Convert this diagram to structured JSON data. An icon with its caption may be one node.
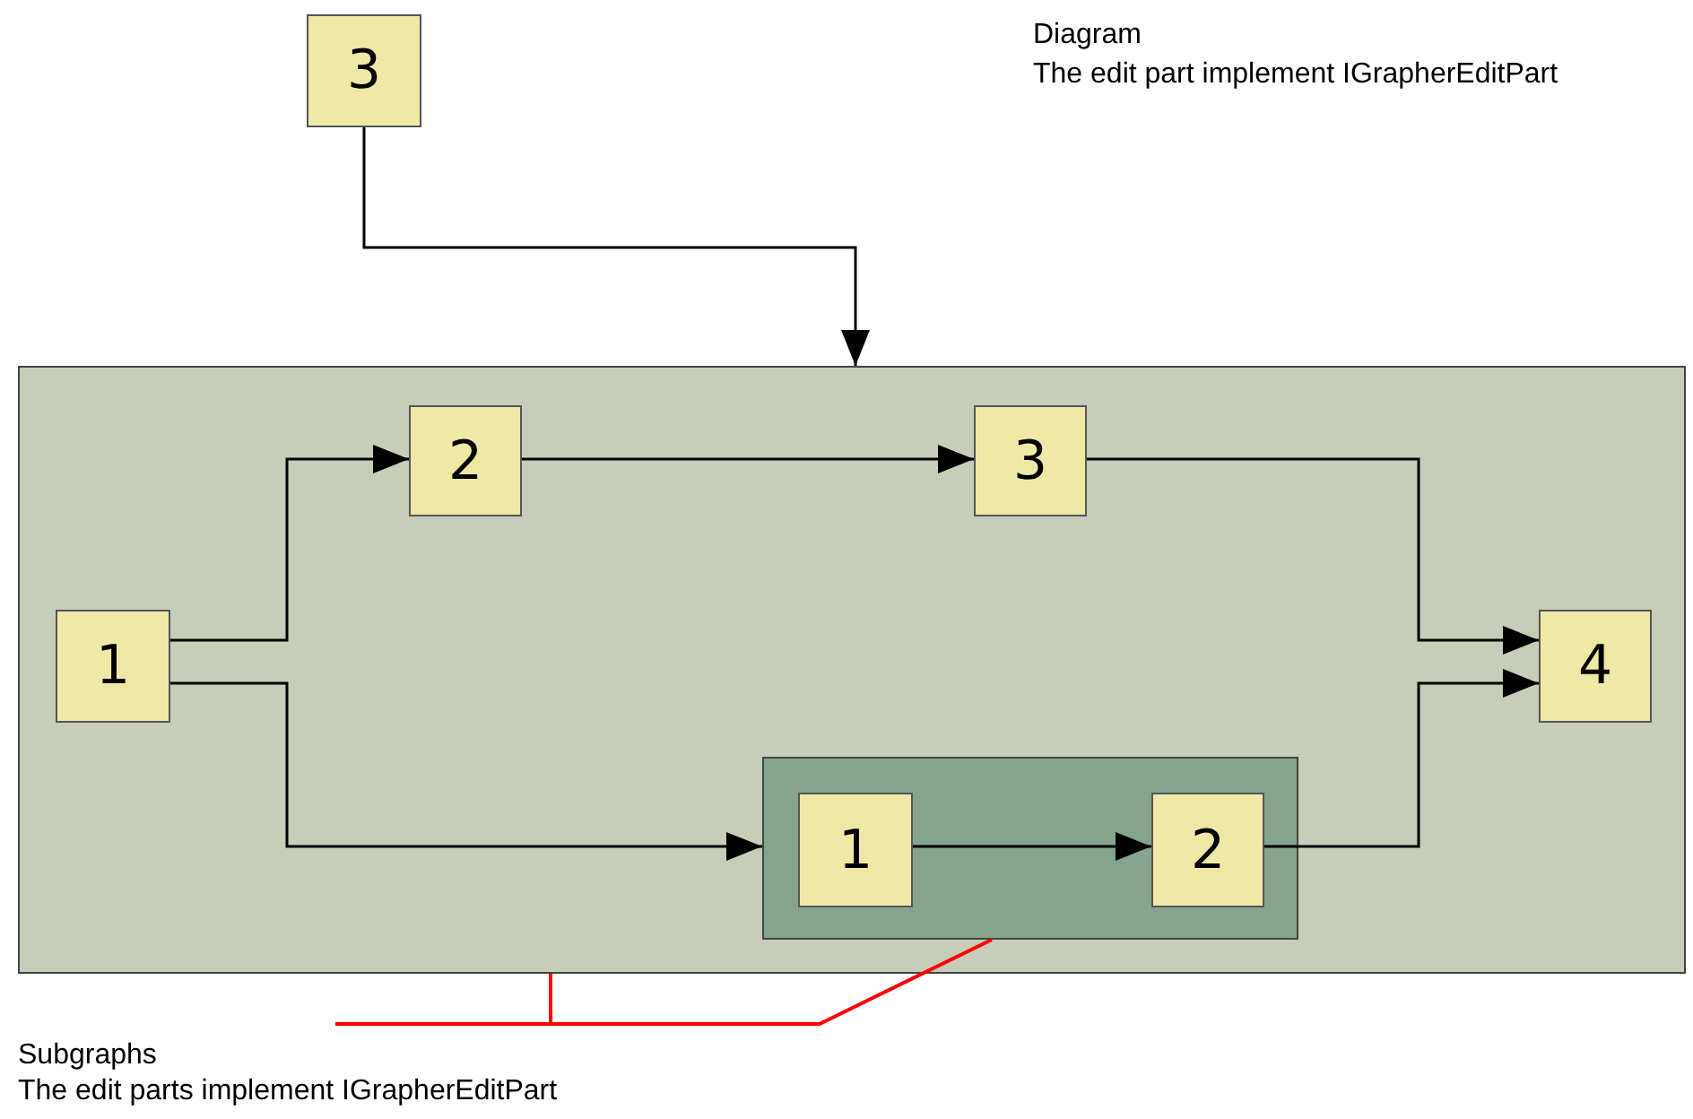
{
  "diagram": {
    "nodes": [
      {
        "text": [
          "3"
        ]
      },
      {
        "text": [],
        "shape": "box"
      },
      {
        "text": [
          "1"
        ],
        "in": 1
      },
      {
        "text": [
          "2"
        ],
        "in": 1
      },
      {
        "text": [
          "3"
        ],
        "in": 1
      },
      {
        "text": [
          "4"
        ],
        "in": 1
      },
      {
        "text": [],
        "shape": "box",
        "in": 1
      },
      {
        "text": [
          "1"
        ],
        "in": 6
      },
      {
        "text": [
          "2"
        ],
        "in": 6
      },
      {
        "text": [
          "Subgraphs",
          "The edit parts implement IGrapherEditPart"
        ]
      }
    ],
    "edges": [
      {
        "from": 0,
        "to": 1,
        "arrow": "to"
      },
      {
        "from": 2,
        "to": 3,
        "arrow": "to"
      },
      {
        "from": 3,
        "to": 4,
        "arrow": "to"
      },
      {
        "from": 4,
        "to": 5,
        "arrow": "to"
      },
      {
        "from": 2,
        "to": 6,
        "arrow": "to"
      },
      {
        "from": 7,
        "to": 8,
        "arrow": "to"
      },
      {
        "from": 8,
        "to": 5,
        "arrow": "to"
      },
      {
        "from": 9,
        "to": 1,
        "arrow": "none",
        "color": "#ff0000"
      },
      {
        "from": 9,
        "to": 6,
        "arrow": "none",
        "color": "#ff0000"
      }
    ],
    "labels": [
      "Diagram",
      "The edit part implement IGrapherEditPart"
    ]
  }
}
